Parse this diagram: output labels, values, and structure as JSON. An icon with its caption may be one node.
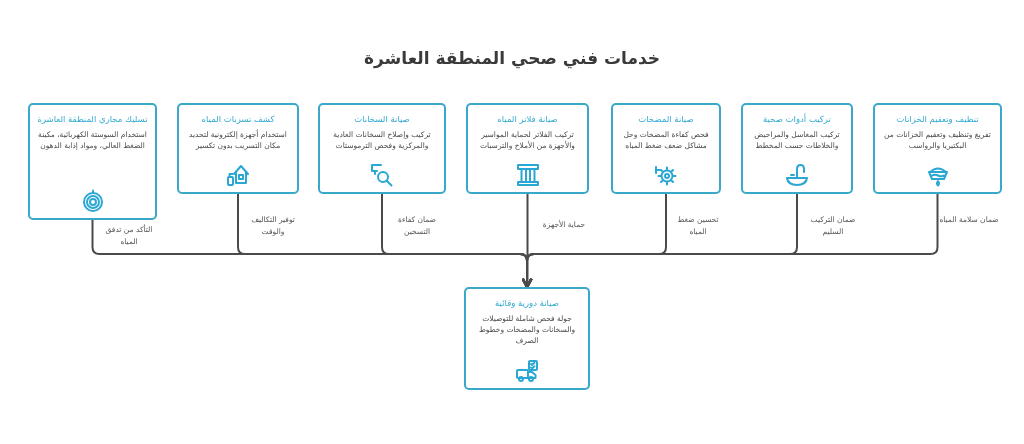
{
  "diagram": {
    "title": "خدمات فني صحي المنطقة العاشرة",
    "nodes": [
      {
        "text": [
          "تنظيف وتعقيم الخزانات",
          "تفريغ وتنظيف وتعقيم الخزانات من البكتيريا والرواسب"
        ]
      },
      {
        "text": [
          "تركيب أدوات صحية",
          "تركيب المغاسل والمراحيض والخلاطات حسب المخطط"
        ]
      },
      {
        "text": [
          "صيانة المضخات",
          "فحص كفاءة المضخات وحل مشاكل ضعف ضغط المياه"
        ]
      },
      {
        "text": [
          "صيانة فلاتر المياه",
          "تركيب الفلاتر لحماية المواسير والأجهزة من الأملاح والترسبات"
        ]
      },
      {
        "text": [
          "صيانة السخانات",
          "تركيب وإصلاح السخانات العادية والمركزية وفحص الترموستات"
        ]
      },
      {
        "text": [
          "كشف تسربات المياه",
          "استخدام أجهزة إلكترونية لتحديد مكان التسريب بدون تكسير"
        ]
      },
      {
        "text": [
          "تسليك مجاري المنطقة العاشرة",
          "استخدام السوستة الكهربائية، مكينة الضغط العالي، ومواد إذابة الدهون"
        ]
      },
      {
        "text": [
          "صيانة دورية وقائية",
          "جولة فحص شاملة للتوصيلات والسخانات والمضخات وخطوط الصرف"
        ]
      }
    ],
    "edges": [
      {
        "from": 0,
        "to": 7,
        "arrow": "to",
        "label": "ضمان سلامة المياه"
      },
      {
        "from": 1,
        "to": 7,
        "arrow": "to",
        "label": "ضمان التركيب السليم"
      },
      {
        "from": 2,
        "to": 7,
        "arrow": "to",
        "label": "تحسين ضغط المياه"
      },
      {
        "from": 3,
        "to": 7,
        "arrow": "to",
        "label": "حماية الأجهزة"
      },
      {
        "from": 4,
        "to": 7,
        "arrow": "to",
        "label": "ضمان كفاءة التسخين"
      },
      {
        "from": 5,
        "to": 7,
        "arrow": "to",
        "label": "توفير التكاليف والوقت"
      },
      {
        "from": 6,
        "to": 7,
        "arrow": "to",
        "label": "التأكد من تدفق المياه"
      }
    ]
  }
}
